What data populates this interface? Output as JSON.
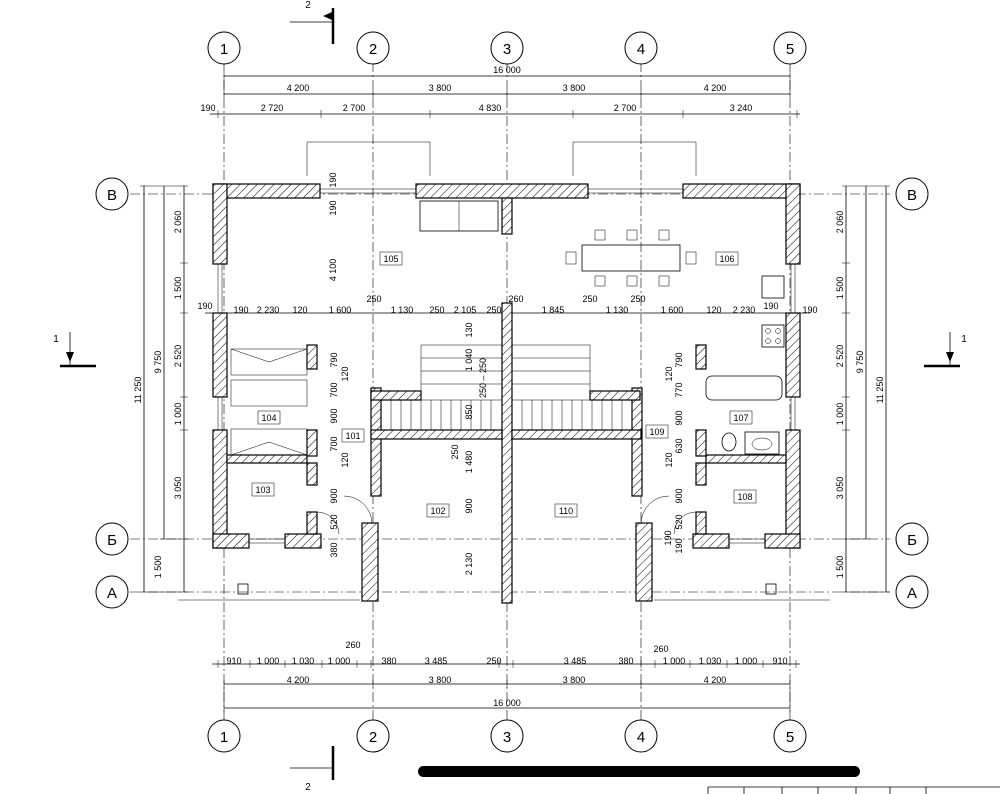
{
  "axes": {
    "numbers": [
      "1",
      "2",
      "3",
      "4",
      "5"
    ],
    "letters": [
      "В",
      "Б",
      "А"
    ]
  },
  "section_mark": {
    "top": "2",
    "bottom": "2",
    "left": "1",
    "right": "1"
  },
  "rooms": [
    "105",
    "106",
    "104",
    "101",
    "109",
    "107",
    "103",
    "102",
    "110",
    "108"
  ],
  "dims": {
    "overall_top": "16 000",
    "overall_bottom": "16 000",
    "axis_spans_top": [
      "4 200",
      "3 800",
      "3 800",
      "4 200"
    ],
    "axis_spans_bottom": [
      "4 200",
      "3 800",
      "3 800",
      "4 200"
    ],
    "openings_top": [
      "190",
      "2 720",
      "2 700",
      "4 830",
      "2 700",
      "3 240"
    ],
    "openings_bottom": [
      "910",
      "1 000",
      "1 030",
      "1 000",
      "380",
      "3 485",
      "250",
      "3 485",
      "380",
      "1 000",
      "1 030",
      "1 000",
      "910"
    ],
    "left_chain": [
      "2 060",
      "1 500",
      "2 520",
      "1 000",
      "3 050",
      "1 500"
    ],
    "left_total_a": "9 750",
    "left_total_b": "11 250",
    "right_chain": [
      "2 060",
      "1 500",
      "2 520",
      "1 000",
      "3 050",
      "1 500"
    ],
    "right_total_a": "9 750",
    "right_total_b": "11 250",
    "mid_row": [
      "190",
      "2 230",
      "120",
      "1 600",
      "1 130",
      "250",
      "2 105",
      "250",
      "1 845",
      "1 130",
      "1 600",
      "120",
      "2 230",
      "190"
    ],
    "mid_row_small": [
      "250",
      "260",
      "250",
      "250",
      "190",
      "190"
    ],
    "interior": [
      "4 100",
      "190",
      "130",
      "790",
      "120",
      "700",
      "900",
      "700",
      "120",
      "900",
      "520",
      "380",
      "1 040",
      "250 – 250",
      "850",
      "250",
      "1 480",
      "900",
      "2 130",
      "790",
      "120",
      "770",
      "900",
      "630",
      "120",
      "900",
      "520",
      "190",
      "190",
      "260",
      "260"
    ]
  }
}
